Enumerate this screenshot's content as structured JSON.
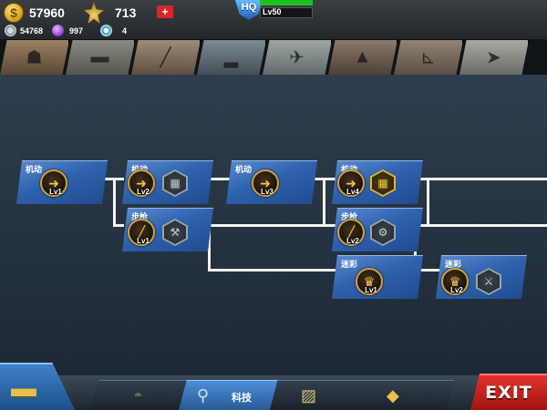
{
  "resources": {
    "gold": "57960",
    "medals": "713",
    "plus_button": "+",
    "parts": "54768",
    "gems": "997",
    "tokens": "4"
  },
  "hq": {
    "badge": "HQ",
    "level": "Lv50",
    "progress": 1.0
  },
  "categories": [
    "soldier",
    "tank",
    "artillery",
    "battleship",
    "aircraft",
    "bunker",
    "howitzer",
    "missile"
  ],
  "tree": {
    "nodes": [
      {
        "id": "n1",
        "label": "机动",
        "skill_level": "Lv1",
        "skill_icon": "arrow-icon",
        "locked": null
      },
      {
        "id": "n2",
        "label": "机动",
        "skill_level": "Lv2",
        "skill_icon": "arrow-icon",
        "locked": "grid"
      },
      {
        "id": "n3",
        "label": "机动",
        "skill_level": "Lv3",
        "skill_icon": "arrow-icon",
        "locked": null
      },
      {
        "id": "n4",
        "label": "机动",
        "skill_level": "Lv4",
        "skill_icon": "arrow-icon",
        "locked": "grid-gold"
      },
      {
        "id": "n5",
        "label": "步枪",
        "skill_level": "Lv1",
        "skill_icon": "rifle-icon",
        "locked": "shovel"
      },
      {
        "id": "n6",
        "label": "步枪",
        "skill_level": "Lv2",
        "skill_icon": "rifle-icon",
        "locked": "wrench"
      },
      {
        "id": "n7",
        "label": "迷彩",
        "skill_level": "Lv1",
        "skill_icon": "camo-icon",
        "locked": null
      },
      {
        "id": "n8",
        "label": "迷彩",
        "skill_level": "Lv2",
        "skill_icon": "camo-icon",
        "locked": "swords"
      }
    ]
  },
  "nav": {
    "tabs": [
      {
        "id": "army",
        "label": "",
        "icon": "helmet-icon"
      },
      {
        "id": "tech",
        "label": "科技",
        "icon": "magnifier-icon"
      },
      {
        "id": "map",
        "label": "",
        "icon": "map-icon"
      },
      {
        "id": "rank",
        "label": "",
        "icon": "chevron-icon"
      }
    ],
    "exit": "EXIT"
  }
}
